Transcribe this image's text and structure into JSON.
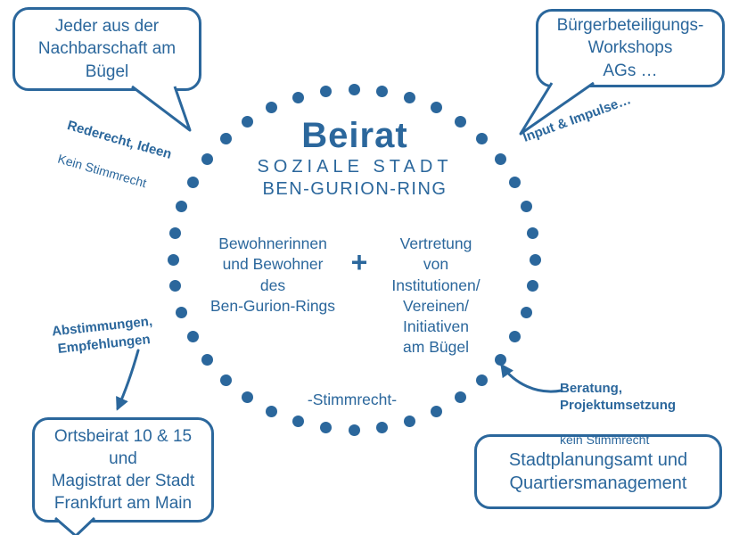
{
  "colors": {
    "blue": "#2b679c"
  },
  "center": {
    "title": "Beirat",
    "subtitle1": "SOZIALE STADT",
    "subtitle2": "BEN-GURION-RING",
    "residents": "Bewohnerinnen\nund Bewohner\ndes\nBen-Gurion-Rings",
    "plus": "+",
    "institutions": "Vertretung\nvon\nInstitutionen/\nVereinen/\nInitiativen\nam Bügel",
    "voting": "-Stimmrecht-"
  },
  "bubbles": {
    "top_left": {
      "text": "Jeder aus der\nNachbarschaft am\nBügel"
    },
    "top_right": {
      "text": "Bürgerbeteiligungs-\nWorkshops\nAGs …"
    },
    "bottom_left": {
      "text": "Ortsbeirat 10 & 15\nund\nMagistrat der Stadt\nFrankfurt am Main"
    },
    "bottom_right": {
      "text": "Stadtplanungsamt und\nQuartiersmanagement"
    }
  },
  "labels": {
    "top_left_bold": "Rederecht, Ideen",
    "top_left_normal": "Kein Stimmrecht",
    "top_right_bold": "Input & Impulse…",
    "bottom_left_bold": "Abstimmungen,\nEmpfehlungen",
    "bottom_right_bold": "Beratung,\nProjektumsetzung",
    "bottom_right_normal": "kein Stimmrecht"
  }
}
